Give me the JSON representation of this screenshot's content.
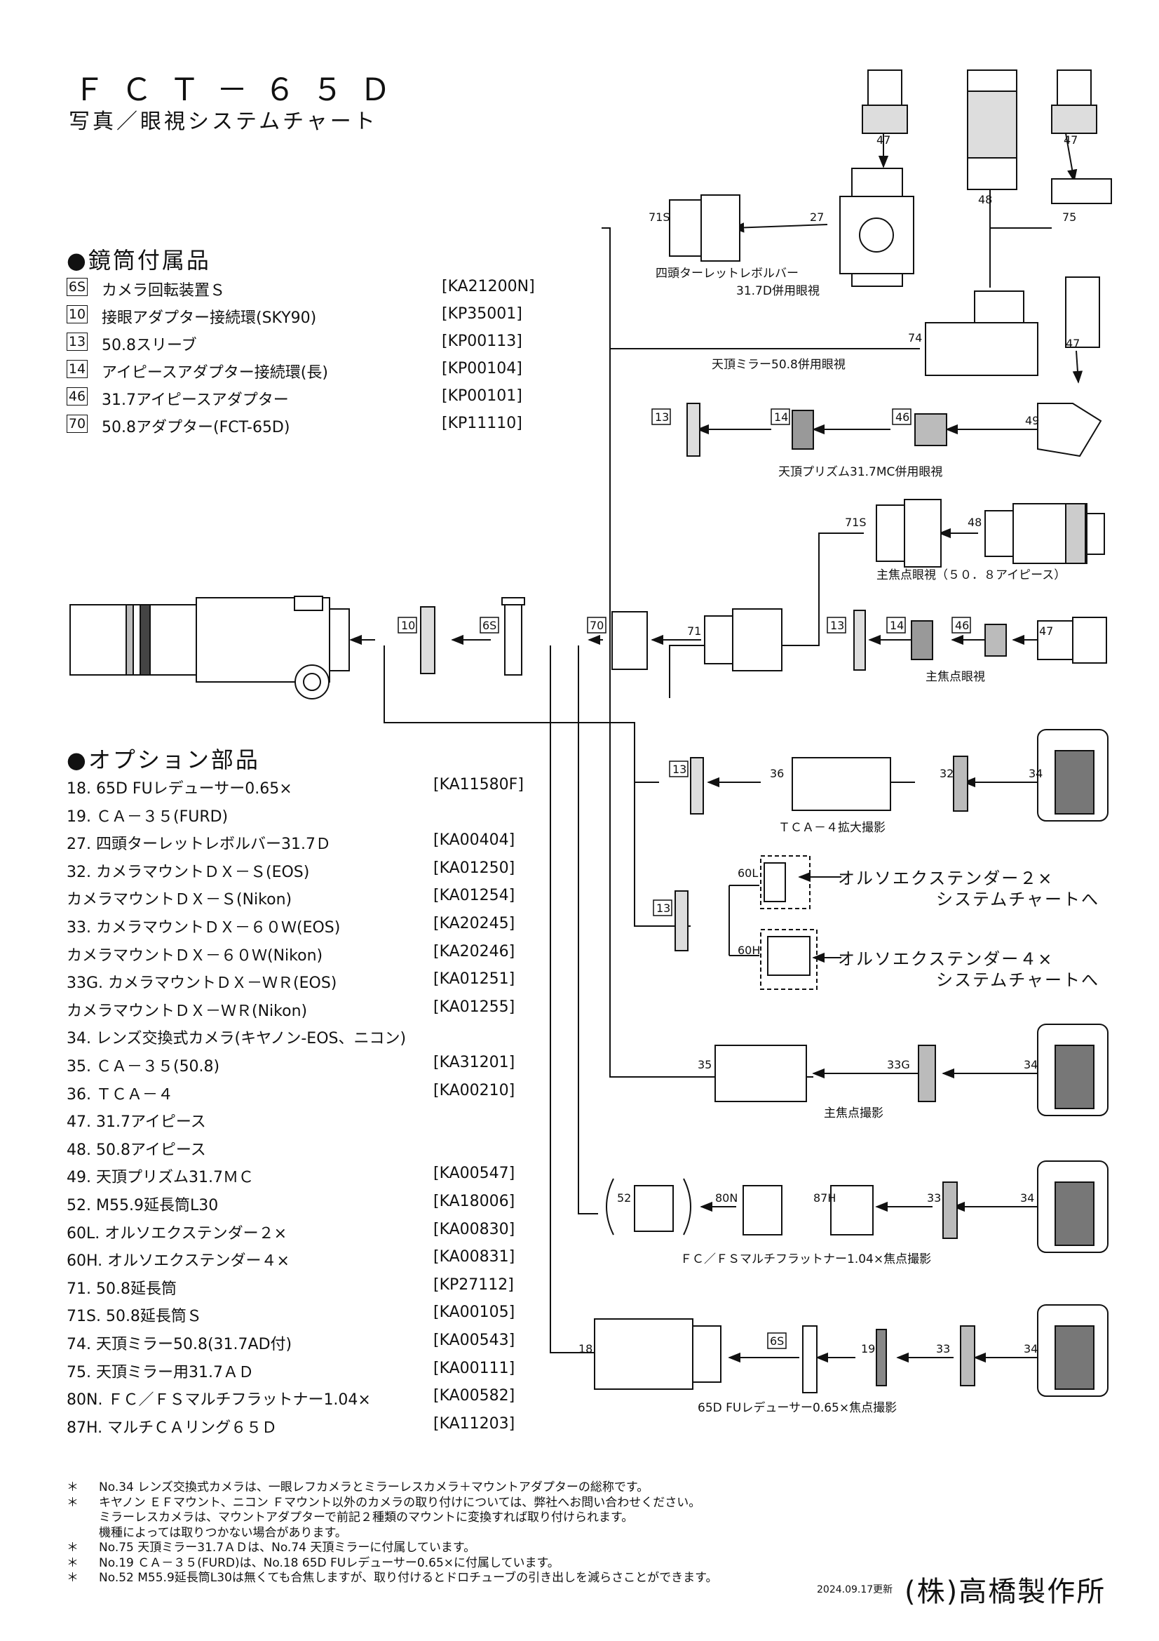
{
  "title": "ＦＣＴ－６５Ｄ",
  "subtitle": "写真／眼視システムチャート",
  "accessories": {
    "heading": "●鏡筒付属品",
    "items": [
      {
        "code": "6S",
        "name": "カメラ回転装置Ｓ",
        "part": "[KA21200N]"
      },
      {
        "code": "10",
        "name": "接眼アダプター接続環(SKY90)",
        "part": "[KP35001]"
      },
      {
        "code": "13",
        "name": "50.8スリーブ",
        "part": "[KP00113]"
      },
      {
        "code": "14",
        "name": "アイピースアダプター接続環(長)",
        "part": "[KP00104]"
      },
      {
        "code": "46",
        "name": "31.7アイピースアダプター",
        "part": "[KP00101]"
      },
      {
        "code": "70",
        "name": "50.8アダプター(FCT-65D)",
        "part": "[KP11110]"
      }
    ]
  },
  "options": {
    "heading": "●オプション部品",
    "items": [
      {
        "name": "18.  65D FUレデューサー0.65×",
        "part": "[KA11580F]"
      },
      {
        "name": "19.  ＣＡ－３５(FURD)",
        "part": ""
      },
      {
        "name": "27.  四頭ターレットレボルバー31.7Ｄ",
        "part": "[KA00404]"
      },
      {
        "name": "32.  カメラマウントＤＸ－Ｓ(EOS)",
        "part": "[KA01250]"
      },
      {
        "name": "       カメラマウントＤＸ－Ｓ(Nikon)",
        "part": "[KA01254]"
      },
      {
        "name": "33.  カメラマウントＤＸ－６０Ｗ(EOS)",
        "part": "[KA20245]"
      },
      {
        "name": "       カメラマウントＤＸ－６０Ｗ(Nikon)",
        "part": "[KA20246]"
      },
      {
        "name": "33G.  カメラマウントＤＸ－ＷＲ(EOS)",
        "part": "[KA01251]"
      },
      {
        "name": "         カメラマウントＤＸ－ＷＲ(Nikon)",
        "part": "[KA01255]"
      },
      {
        "name": "34.  レンズ交換式カメラ(キヤノン-EOS、ニコン)",
        "part": ""
      },
      {
        "name": "35.  ＣＡ－３５(50.8)",
        "part": "[KA31201]"
      },
      {
        "name": "36.  ＴＣＡ－４",
        "part": "[KA00210]"
      },
      {
        "name": "47.  31.7アイピース",
        "part": ""
      },
      {
        "name": "48.  50.8アイピース",
        "part": ""
      },
      {
        "name": "49.  天頂プリズム31.7ＭＣ",
        "part": "[KA00547]"
      },
      {
        "name": "52.  M55.9延長筒L30",
        "part": "[KA18006]"
      },
      {
        "name": "60L.  オルソエクステンダー２×",
        "part": "[KA00830]"
      },
      {
        "name": "60H.  オルソエクステンダー４×",
        "part": "[KA00831]"
      },
      {
        "name": "71.  50.8延長筒",
        "part": "[KP27112]"
      },
      {
        "name": "71S.  50.8延長筒Ｓ",
        "part": "[KA00105]"
      },
      {
        "name": "74.  天頂ミラー50.8(31.7AD付)",
        "part": "[KA00543]"
      },
      {
        "name": "75.  天頂ミラー用31.7ＡＤ",
        "part": "[KA00111]"
      },
      {
        "name": "80N.  ＦＣ／ＦＳマルチフラットナー1.04×",
        "part": "[KA00582]"
      },
      {
        "name": "87H.  マルチＣＡリング６５Ｄ",
        "part": "[KA11203]"
      }
    ]
  },
  "diagram": {
    "labels": {
      "n47a": "47",
      "n47b": "47",
      "n47c": "47",
      "n47d": "47",
      "n48a": "48",
      "n48b": "48",
      "n75": "75",
      "n27": "27",
      "n71Sa": "71S",
      "n71Sb": "71S",
      "n74": "74",
      "n49": "49",
      "n71": "71",
      "n60L": "60L",
      "n60H": "60H",
      "n36": "36",
      "n32": "32",
      "n34a": "34",
      "n34b": "34",
      "n34c": "34",
      "n34d": "34",
      "n35": "35",
      "n33G": "33G",
      "n52": "52",
      "n80N": "80N",
      "n87H": "87H",
      "n33a": "33",
      "n33b": "33",
      "n18": "18",
      "n19": "19"
    },
    "boxed": {
      "b10": "10",
      "b6S": "6S",
      "b70": "70",
      "b13a": "13",
      "b14a": "14",
      "b46a": "46",
      "b13b": "13",
      "b14b": "14",
      "b46b": "46",
      "b13c": "13",
      "b13d": "13",
      "b6Sb": "6S"
    },
    "captions": {
      "turret": "四頭ターレットレボルバー",
      "turret2": "31.7D併用眼視",
      "zenithMirror": "天頂ミラー50.8併用眼視",
      "zenithPrism": "天頂プリズム31.7MC併用眼視",
      "primeVisual508": "主焦点眼視（５０．８アイピース）",
      "primeVisual": "主焦点眼視",
      "tca": "ＴＣＡ－４拡大撮影",
      "orthoX2": "オルソエクステンダー２×",
      "orthoX4": "オルソエクステンダー４×",
      "sysChart": "システムチャートへ",
      "primePhoto": "主焦点撮影",
      "flattener": "ＦＣ／ＦＳマルチフラットナー1.04×焦点撮影",
      "reducer": "65D FUレデューサー0.65×焦点撮影"
    }
  },
  "notes": [
    {
      "mark": "＊",
      "text": "No.34 レンズ交換式カメラは、一眼レフカメラとミラーレスカメラ＋マウントアダプターの総称です。"
    },
    {
      "mark": "＊",
      "text": "キヤノン ＥＦマウント、ニコン Ｆマウント以外のカメラの取り付けについては、弊社へお問い合わせください。"
    },
    {
      "mark": "",
      "text": "ミラーレスカメラは、マウントアダプターで前記２種類のマウントに変換すれば取り付けられます。"
    },
    {
      "mark": "",
      "text": "機種によっては取りつかない場合があります。"
    },
    {
      "mark": "＊",
      "text": "No.75 天頂ミラー31.7ＡＤは、No.74 天頂ミラーに付属しています。"
    },
    {
      "mark": "＊",
      "text": "No.19 ＣＡ－３５(FURD)は、No.18 65D FUレデューサー0.65×に付属しています。"
    },
    {
      "mark": "＊",
      "text": "No.52 M55.9延長筒L30は無くても合焦しますが、取り付けるとドロチューブの引き出しを減らさことができます。"
    }
  ],
  "updated": "2024.09.17更新",
  "company": "(株)高橋製作所"
}
